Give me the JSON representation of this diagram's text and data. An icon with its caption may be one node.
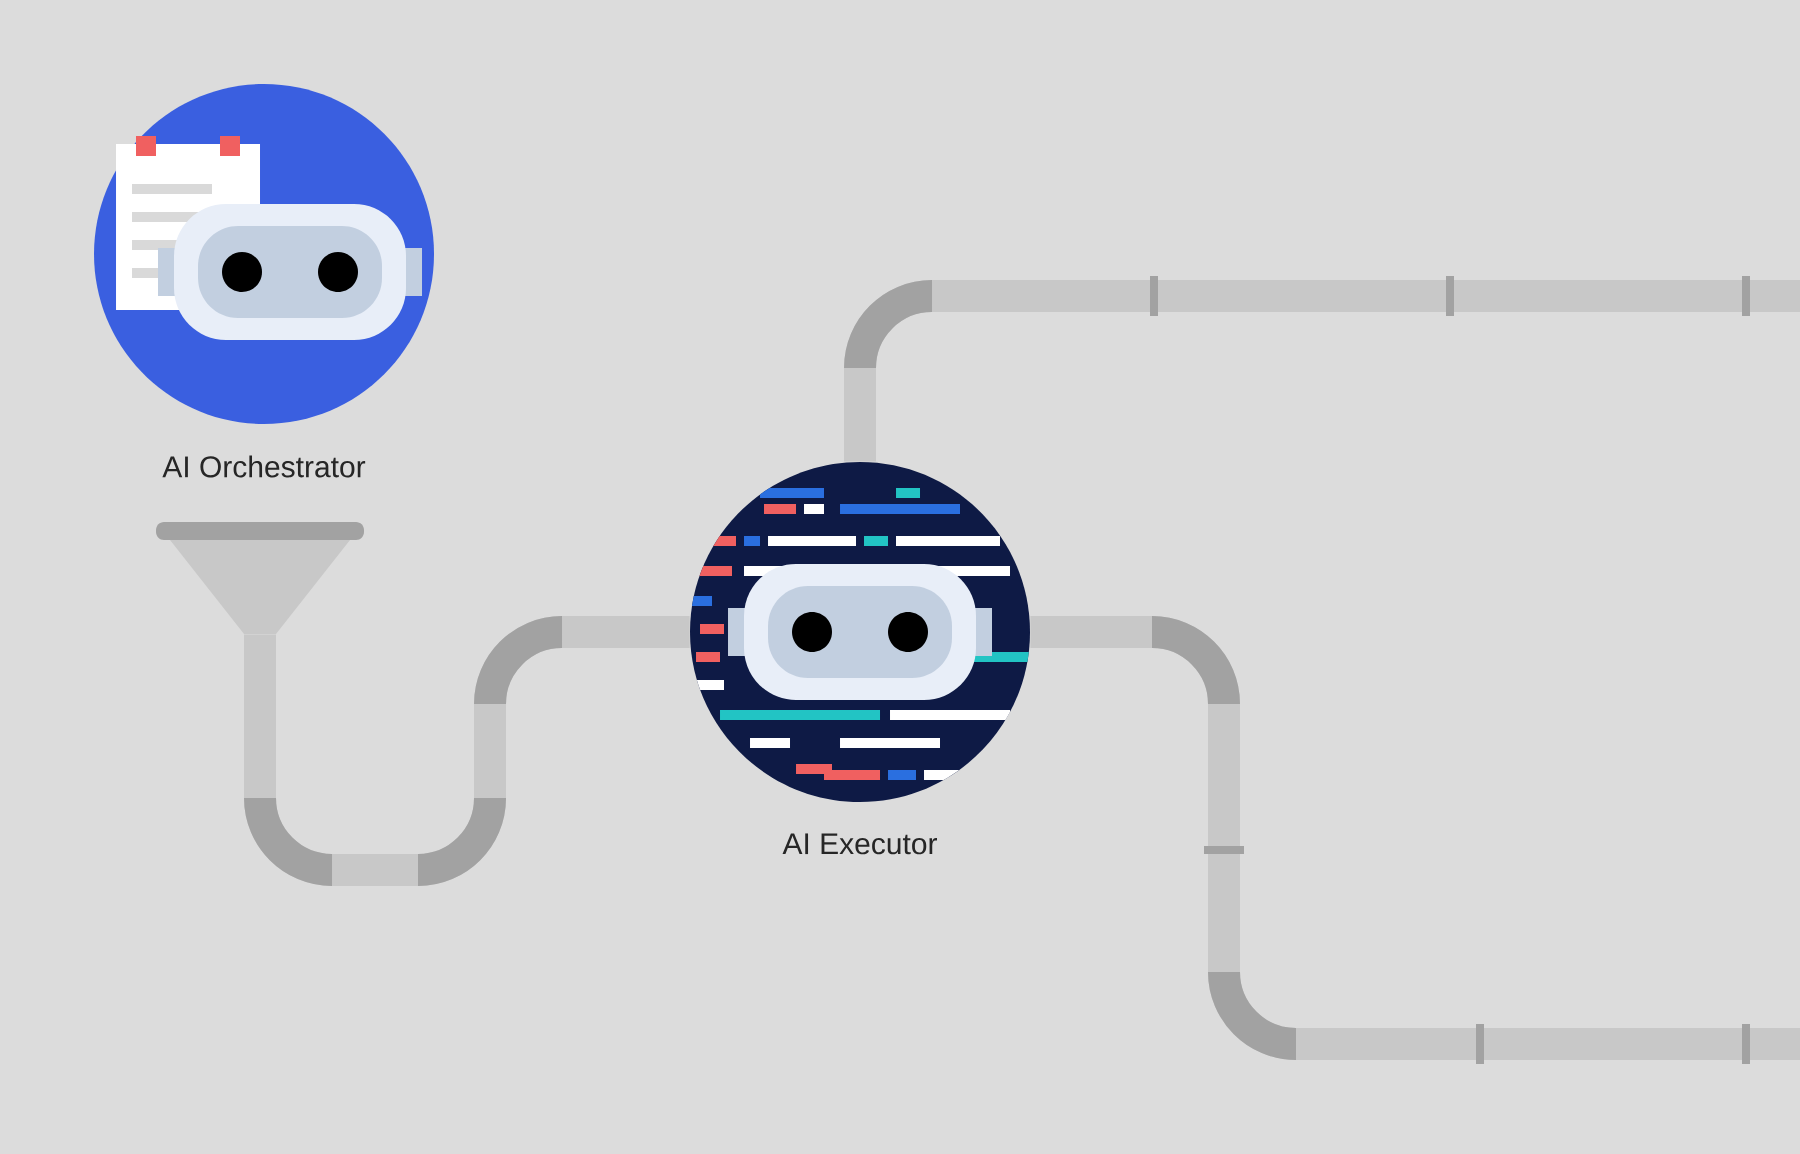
{
  "diagram": {
    "nodes": [
      {
        "text": [
          "AI Orchestrator"
        ]
      },
      {
        "text": [],
        "shape": "funnel"
      },
      {
        "text": [
          "AI Executor"
        ]
      }
    ],
    "edges": [
      {
        "from": 1,
        "to": 2,
        "arrow": "none"
      },
      {
        "from": 2,
        "to": null,
        "arrow": "none"
      },
      {
        "from": 2,
        "to": null,
        "arrow": "none"
      }
    ]
  }
}
